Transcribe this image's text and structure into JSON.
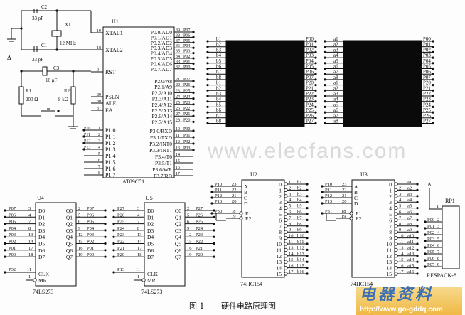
{
  "caption": {
    "figure": "图 1",
    "title": "硬件电路原理图"
  },
  "watermarks": {
    "diagonal": "www.elecfans.com",
    "logo_cn": "电器资料",
    "logo_url": "http://www.go-gddq.com"
  },
  "u1": {
    "ref": "U1",
    "part": "AT89C51",
    "c2": "C2",
    "c2_val": "33 pF",
    "c1": "C1",
    "c1_val": "33 pF",
    "x1": "X1",
    "x1_val": "12 MHz",
    "c3": "C3",
    "c3_val": "10 μF",
    "r1": "R1",
    "r1_val": "200 Ω",
    "r2": "R2",
    "r2_val": "8 kΩ",
    "left_pins": [
      {
        "num": "19",
        "name": "XTAL1"
      },
      {
        "num": "18",
        "name": "XTAL2"
      },
      {
        "num": "9",
        "name": "RST"
      },
      {
        "num": "29",
        "name": "PSEN"
      },
      {
        "num": "30",
        "name": "ALE"
      },
      {
        "num": "31",
        "name": "EA"
      }
    ],
    "p1": [
      {
        "num": "1",
        "name": "P1.0",
        "net": "P10"
      },
      {
        "num": "2",
        "name": "P1.1",
        "net": "P11"
      },
      {
        "num": "3",
        "name": "P1.2",
        "net": "P12"
      },
      {
        "num": "4",
        "name": "P1.3",
        "net": "P13"
      },
      {
        "num": "5",
        "name": "P1.4",
        "net": ""
      },
      {
        "num": "6",
        "name": "P1.5",
        "net": ""
      },
      {
        "num": "7",
        "name": "P1.6",
        "net": ""
      },
      {
        "num": "8",
        "name": "P1.7",
        "net": ""
      }
    ],
    "p0": [
      {
        "num": "39",
        "name": "P0.0/AD0",
        "net": "P07"
      },
      {
        "num": "38",
        "name": "P0.1/AD1",
        "net": "P06"
      },
      {
        "num": "37",
        "name": "P0.2/AD2",
        "net": "P05"
      },
      {
        "num": "36",
        "name": "P0.3/AD3",
        "net": "P04"
      },
      {
        "num": "35",
        "name": "P0.4/AD4",
        "net": "P03"
      },
      {
        "num": "34",
        "name": "P0.5/AD5",
        "net": "P02"
      },
      {
        "num": "33",
        "name": "P0.6/AD6",
        "net": "P01"
      },
      {
        "num": "32",
        "name": "P0.7/AD7",
        "net": "P00"
      }
    ],
    "p2": [
      {
        "num": "21",
        "name": "P2.0/A8",
        "net": "P27"
      },
      {
        "num": "22",
        "name": "P2.1/A9",
        "net": "P26"
      },
      {
        "num": "23",
        "name": "P2.2/A10",
        "net": "P25"
      },
      {
        "num": "24",
        "name": "P2.3/A11",
        "net": "P24"
      },
      {
        "num": "25",
        "name": "P2.4/A12",
        "net": "P23"
      },
      {
        "num": "26",
        "name": "P2.5/A13",
        "net": "P22"
      },
      {
        "num": "27",
        "name": "P2.6/A14",
        "net": "P21"
      },
      {
        "num": "28",
        "name": "P2.7/A15",
        "net": "P20"
      }
    ],
    "p3": [
      {
        "num": "10",
        "name": "P3.0/RXD",
        "net": "P30"
      },
      {
        "num": "11",
        "name": "P3.1/TXD",
        "net": "P31"
      },
      {
        "num": "12",
        "name": "P3.2/INT0",
        "net": "P32"
      },
      {
        "num": "13",
        "name": "P3.3/INT1",
        "net": "P33"
      },
      {
        "num": "14",
        "name": "P3.4/T0",
        "net": ""
      },
      {
        "num": "15",
        "name": "P3.5/T1",
        "net": ""
      },
      {
        "num": "16",
        "name": "P3.6/WR",
        "net": ""
      },
      {
        "num": "17",
        "name": "P3.7/RD",
        "net": ""
      }
    ]
  },
  "matrix1": {
    "left": [
      "b1",
      "b2",
      "b3",
      "b4",
      "b5",
      "b6",
      "b7",
      "b8",
      "b1",
      "b2",
      "b3",
      "b4",
      "b5",
      "b6",
      "b7",
      "b8"
    ],
    "right": [
      "P00",
      "P01",
      "P02",
      "P03",
      "P04",
      "P05",
      "P06",
      "P07",
      "P20",
      "P21",
      "P22",
      "P23",
      "P24",
      "P25",
      "P26",
      "P27"
    ]
  },
  "matrix2": {
    "left": [
      "a1",
      "a2",
      "a3",
      "a4",
      "a5",
      "a6",
      "a7",
      "a8",
      "a1",
      "a2",
      "a3",
      "a4",
      "a5",
      "a6",
      "a7",
      "a8"
    ],
    "right": [
      "P00",
      "P01",
      "P02",
      "P03",
      "P04",
      "P05",
      "P06",
      "P07",
      "P20",
      "P21",
      "P22",
      "P23",
      "P24",
      "P25",
      "P26",
      "P27"
    ]
  },
  "u4": {
    "ref": "U4",
    "part": "74LS273",
    "inputs": [
      {
        "net": "P07'",
        "num": "3",
        "name": "D0"
      },
      {
        "net": "P06'",
        "num": "4",
        "name": "D1"
      },
      {
        "net": "P05'",
        "num": "7",
        "name": "D2"
      },
      {
        "net": "P04'",
        "num": "8",
        "name": "D3"
      },
      {
        "net": "P03'",
        "num": "13",
        "name": "D4"
      },
      {
        "net": "P02'",
        "num": "14",
        "name": "D5"
      },
      {
        "net": "P01'",
        "num": "17",
        "name": "D6"
      },
      {
        "net": "P00'",
        "num": "18",
        "name": "D7"
      }
    ],
    "outputs": [
      {
        "name": "Q0",
        "num": "2",
        "net": "P07"
      },
      {
        "name": "Q1",
        "num": "5",
        "net": "P06"
      },
      {
        "name": "Q2",
        "num": "6",
        "net": "P05"
      },
      {
        "name": "Q3",
        "num": "9",
        "net": "P04"
      },
      {
        "name": "Q4",
        "num": "12",
        "net": "P03"
      },
      {
        "name": "Q5",
        "num": "15",
        "net": "P02"
      },
      {
        "name": "Q6",
        "num": "16",
        "net": "P01"
      },
      {
        "name": "Q7",
        "num": "19",
        "net": "P00"
      }
    ],
    "clk": {
      "net": "P32",
      "num": "11",
      "name": "CLK"
    },
    "mr": {
      "num": "1",
      "name": "MR"
    }
  },
  "u5": {
    "ref": "U5",
    "part": "74LS273",
    "inputs": [
      {
        "net": "P27",
        "num": "3",
        "name": "D0"
      },
      {
        "net": "P26",
        "num": "4",
        "name": "D1"
      },
      {
        "net": "P25",
        "num": "7",
        "name": "D2"
      },
      {
        "net": "P24",
        "num": "8",
        "name": "D3"
      },
      {
        "net": "P23",
        "num": "13",
        "name": "D4"
      },
      {
        "net": "P22",
        "num": "14",
        "name": "D5"
      },
      {
        "net": "P21",
        "num": "17",
        "name": "D6"
      },
      {
        "net": "P20",
        "num": "18",
        "name": "D7"
      }
    ],
    "outputs": [
      {
        "name": "Q0",
        "num": "2",
        "net": "P27"
      },
      {
        "name": "Q1",
        "num": "5",
        "net": "P26"
      },
      {
        "name": "Q2",
        "num": "6",
        "net": "P25"
      },
      {
        "name": "Q3",
        "num": "9",
        "net": "P24"
      },
      {
        "name": "Q4",
        "num": "12",
        "net": "P23"
      },
      {
        "name": "Q5",
        "num": "15",
        "net": "P22"
      },
      {
        "name": "Q6",
        "num": "16",
        "net": "P21"
      },
      {
        "name": "Q7",
        "num": "19",
        "net": "P20"
      }
    ],
    "clk": {
      "net": "P13",
      "num": "11",
      "name": "CLK"
    },
    "mr": {
      "num": "1",
      "name": "MR"
    }
  },
  "u2": {
    "ref": "U2",
    "part": "74HC154",
    "inputs": [
      {
        "net": "P10",
        "num": "23",
        "name": "A"
      },
      {
        "net": "P11",
        "num": "22",
        "name": "B"
      },
      {
        "net": "P12",
        "num": "21",
        "name": "C"
      },
      {
        "net": "P13",
        "num": "20",
        "name": "D"
      }
    ],
    "enables": [
      {
        "net": "P30",
        "num": "18",
        "name": "E1"
      },
      {
        "net": "",
        "num": "19",
        "name": "E2"
      }
    ],
    "outputs": [
      {
        "name": "0",
        "num": "1",
        "net": "b1"
      },
      {
        "name": "1",
        "num": "2",
        "net": "b2"
      },
      {
        "name": "2",
        "num": "3",
        "net": "b3"
      },
      {
        "name": "3",
        "num": "4",
        "net": "b4"
      },
      {
        "name": "4",
        "num": "5",
        "net": "b5"
      },
      {
        "name": "5",
        "num": "6",
        "net": "b6"
      },
      {
        "name": "6",
        "num": "7",
        "net": "b7"
      },
      {
        "name": "7",
        "num": "8",
        "net": "b8"
      },
      {
        "name": "8",
        "num": "9",
        "net": "b9"
      },
      {
        "name": "9",
        "num": "10",
        "net": "b10"
      },
      {
        "name": "10",
        "num": "11",
        "net": "b11"
      },
      {
        "name": "11",
        "num": "13",
        "net": "b12"
      },
      {
        "name": "12",
        "num": "14",
        "net": "b13"
      },
      {
        "name": "13",
        "num": "15",
        "net": "b14"
      },
      {
        "name": "14",
        "num": "16",
        "net": "b15"
      },
      {
        "name": "15",
        "num": "17",
        "net": "b16"
      }
    ]
  },
  "u3": {
    "ref": "U3",
    "part": "74HC154",
    "inputs": [
      {
        "net": "P10",
        "num": "23",
        "name": "A"
      },
      {
        "net": "P11",
        "num": "22",
        "name": "B"
      },
      {
        "net": "P12",
        "num": "21",
        "name": "C"
      },
      {
        "net": "P13",
        "num": "20",
        "name": "D"
      }
    ],
    "enables": [
      {
        "net": "P31",
        "num": "18",
        "name": "E1"
      },
      {
        "net": "",
        "num": "19",
        "name": "E2"
      }
    ],
    "outputs": [
      {
        "name": "0",
        "num": "1",
        "net": "a1"
      },
      {
        "name": "1",
        "num": "2",
        "net": "a2"
      },
      {
        "name": "2",
        "num": "3",
        "net": "a3"
      },
      {
        "name": "3",
        "num": "4",
        "net": "a4"
      },
      {
        "name": "4",
        "num": "5",
        "net": "a5"
      },
      {
        "name": "5",
        "num": "6",
        "net": "a6"
      },
      {
        "name": "6",
        "num": "7",
        "net": "a7"
      },
      {
        "name": "7",
        "num": "8",
        "net": "a8"
      },
      {
        "name": "8",
        "num": "9",
        "net": "a9"
      },
      {
        "name": "9",
        "num": "10",
        "net": "a10"
      },
      {
        "name": "10",
        "num": "11",
        "net": "a11"
      },
      {
        "name": "11",
        "num": "13",
        "net": "a12"
      },
      {
        "name": "12",
        "num": "14",
        "net": "a13"
      },
      {
        "name": "13",
        "num": "15",
        "net": "a14"
      },
      {
        "name": "14",
        "num": "16",
        "net": "a15"
      },
      {
        "name": "15",
        "num": "17",
        "net": "a16"
      }
    ]
  },
  "rp1": {
    "ref": "RP1",
    "part": "RESPACK-8",
    "power": "A",
    "pins": [
      {
        "num": "1",
        "net": ""
      },
      {
        "num": "2",
        "net": "P00"
      },
      {
        "num": "3",
        "net": "P01"
      },
      {
        "num": "4",
        "net": "P02"
      },
      {
        "num": "5",
        "net": "P03"
      },
      {
        "num": "6",
        "net": "P04"
      },
      {
        "num": "7",
        "net": "P05"
      },
      {
        "num": "8",
        "net": "P06"
      },
      {
        "num": "9",
        "net": "P07"
      }
    ]
  }
}
